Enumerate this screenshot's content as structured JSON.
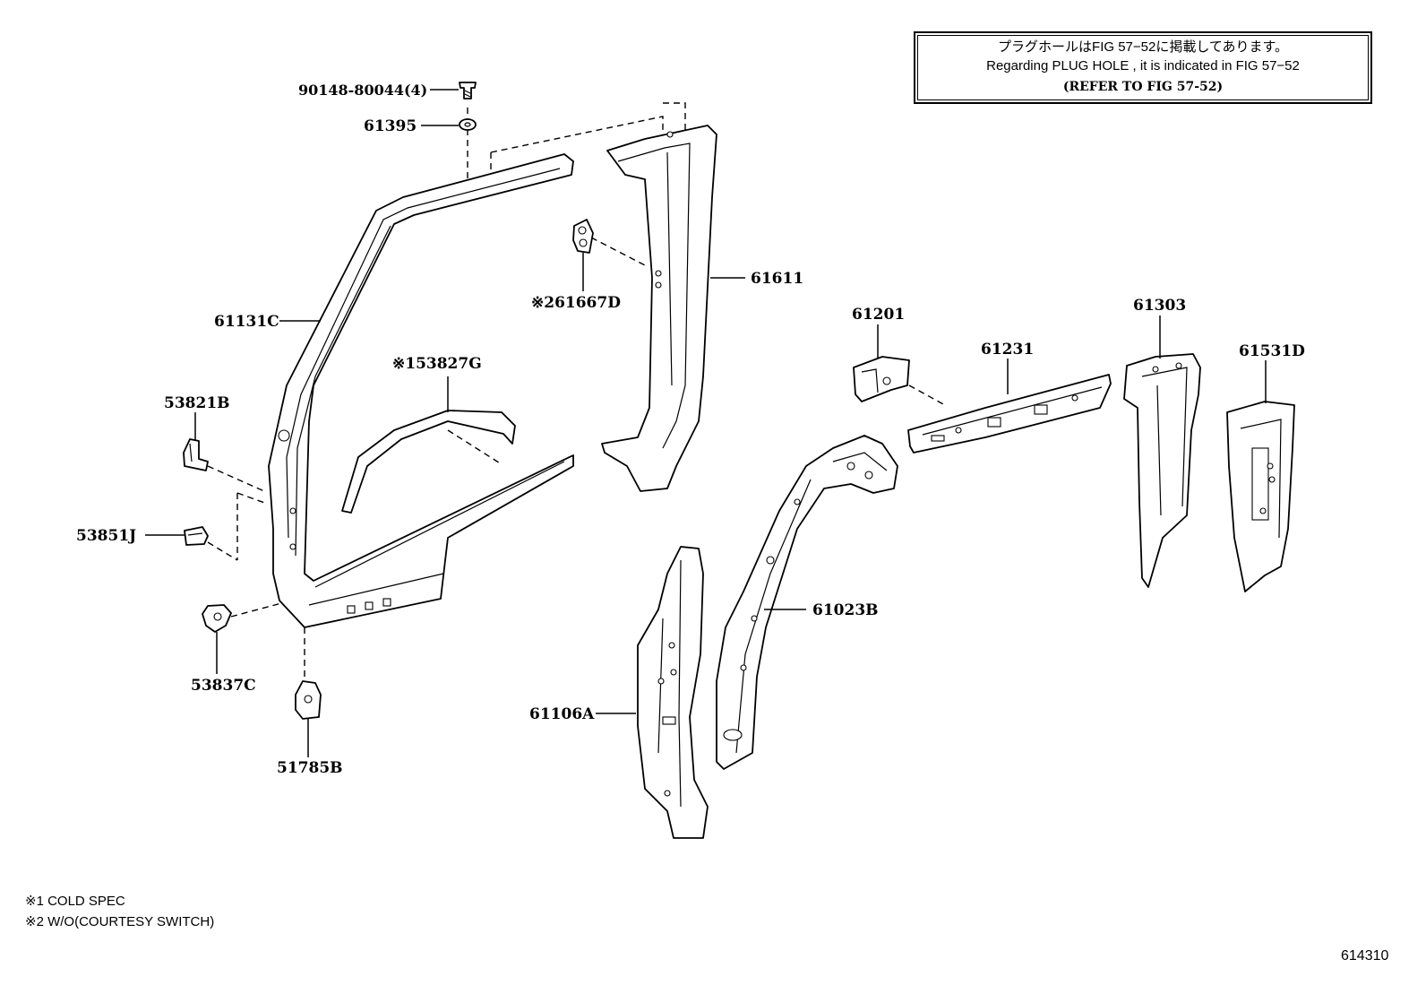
{
  "note": {
    "line1": "プラグホールはFIG 57−52に掲載してあります。",
    "line2": "Regarding PLUG HOLE , it is indicated in FIG 57−52",
    "line3": "(REFER TO FIG 57-52)"
  },
  "parts": {
    "p90148": "90148-80044(4)",
    "p61395": "61395",
    "p61611": "61611",
    "p61667D": "※261667D",
    "p61131C": "61131C",
    "p53827G": "※153827G",
    "p53821B": "53821B",
    "p53851J": "53851J",
    "p53837C": "53837C",
    "p51785B": "51785B",
    "p61201": "61201",
    "p61231": "61231",
    "p61303": "61303",
    "p61531D": "61531D",
    "p61023B": "61023B",
    "p61106A": "61106A"
  },
  "footnotes": {
    "f1": "※1 COLD SPEC",
    "f2": "※2 W/O(COURTESY SWITCH)"
  },
  "figure_number": "614310"
}
